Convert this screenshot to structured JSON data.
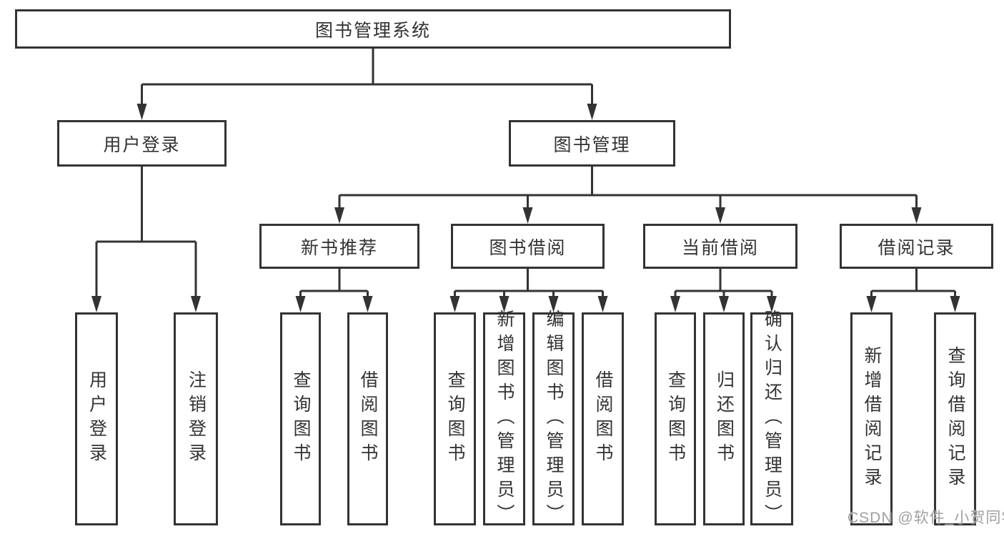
{
  "tree": {
    "root": "图书管理系统",
    "level2": [
      {
        "label": "用户登录"
      },
      {
        "label": "图书管理"
      }
    ],
    "level3": [
      {
        "label": "新书推荐"
      },
      {
        "label": "图书借阅"
      },
      {
        "label": "当前借阅"
      },
      {
        "label": "借阅记录"
      }
    ],
    "leaves": {
      "user_login": [
        "用户登录",
        "注销登录"
      ],
      "new_books": [
        "查询图书",
        "借阅图书"
      ],
      "book_borrow": [
        "查询图书",
        "新增图书（管理员）",
        "编辑图书（管理员）",
        "借阅图书"
      ],
      "current_borrow": [
        "查询图书",
        "归还图书",
        "确认归还（管理员）"
      ],
      "borrow_records": [
        "新增借阅记录",
        "查询借阅记录"
      ]
    }
  },
  "watermark": "CSDN @软件_小贺同学",
  "colors": {
    "line": "#333333",
    "text": "#333333",
    "watermark": "#a0a0a0",
    "background": "#ffffff"
  }
}
